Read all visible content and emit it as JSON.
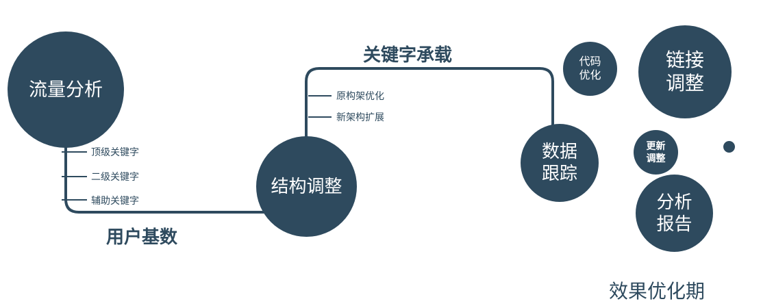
{
  "colors": {
    "primary": "#2e4a5e",
    "text_on_circle": "#ffffff",
    "background": "#ffffff"
  },
  "nodes": {
    "traffic": {
      "label": "流量分析"
    },
    "structure": {
      "label": "结构调整"
    },
    "tracking": {
      "label": "数据\n跟踪"
    },
    "code": {
      "label": "代码\n优化"
    },
    "link": {
      "label": "链接\n调整"
    },
    "update": {
      "label": "更新\n调整"
    },
    "report": {
      "label": "分析\n报告"
    }
  },
  "edges": {
    "user_base": {
      "label": "用户基数"
    },
    "keyword_bearing": {
      "label": "关键字承载"
    }
  },
  "branch1": {
    "items": [
      {
        "label": "顶级关键字"
      },
      {
        "label": "二级关键字"
      },
      {
        "label": "辅助关键字"
      }
    ]
  },
  "branch2": {
    "items": [
      {
        "label": "原构架优化"
      },
      {
        "label": "新架构扩展"
      }
    ]
  },
  "caption": "效果优化期"
}
